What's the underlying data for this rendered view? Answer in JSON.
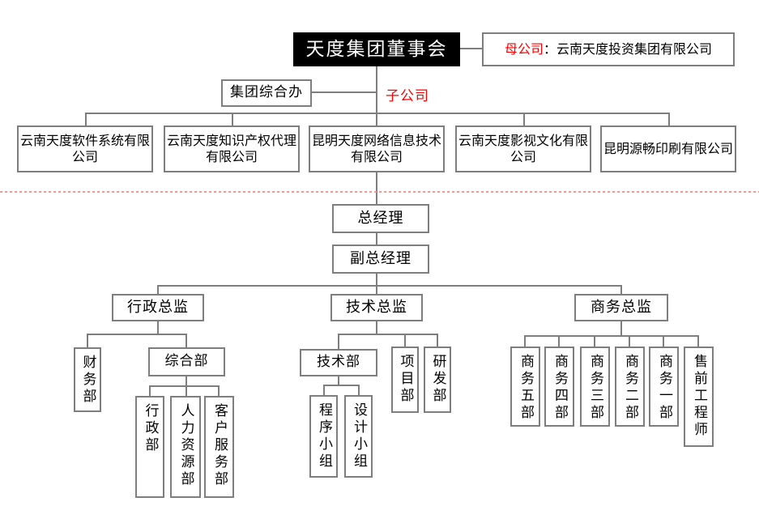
{
  "colors": {
    "accent_red": "#ff0000",
    "divider_pink": "#f29a9a",
    "line_gray": "#7e7e7e",
    "root_bg": "#000000"
  },
  "board": "天度集团董事会",
  "parent": {
    "label": "母公司",
    "name": "：云南天度投资集团有限公司"
  },
  "group_office": "集团综合办",
  "subsidiary_tag": "子公司",
  "subsidiaries": [
    "云南天度软件系统有限公司",
    "云南天度知识产权代理有限公司",
    "昆明天度网络信息技术有限公司",
    "云南天度影视文化有限公司",
    "昆明源畅印刷有限公司"
  ],
  "management": {
    "gm": "总经理",
    "dgm": "副总经理"
  },
  "directors": {
    "admin": "行政总监",
    "tech": "技术总监",
    "business": "商务总监"
  },
  "admin_branch": {
    "finance": "财务部",
    "general": "综合部",
    "administration": "行政部",
    "hr": "人力资源部",
    "customer_service": "客户服务部"
  },
  "tech_branch": {
    "tech_dept": "技术部",
    "project": "项目部",
    "rnd": "研发部",
    "programming": "程序小组",
    "design": "设计小组"
  },
  "business_branch": {
    "b5": "商务五部",
    "b4": "商务四部",
    "b3": "商务三部",
    "b2": "商务二部",
    "b1": "商务一部",
    "presales": "售前工程师"
  }
}
